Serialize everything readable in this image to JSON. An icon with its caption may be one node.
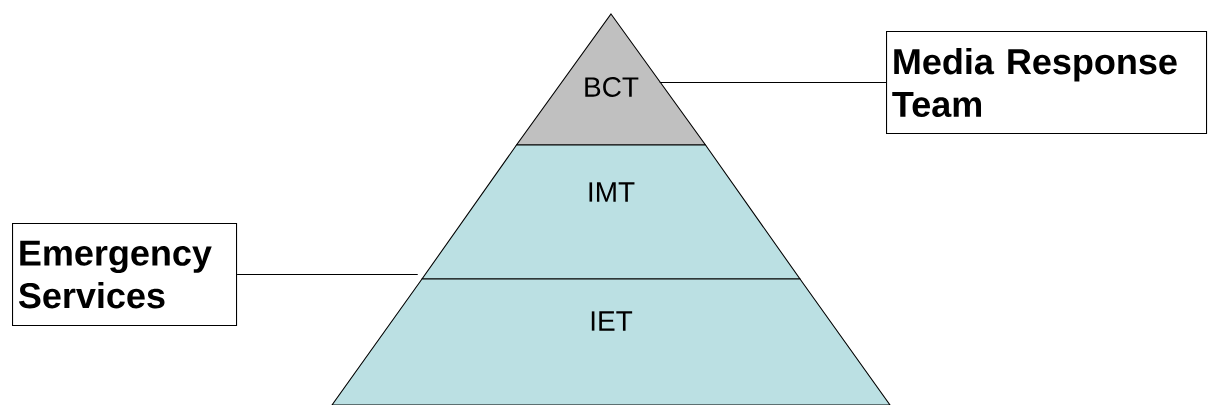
{
  "diagram": {
    "nodes": [
      {
        "text": [
          "BCT"
        ]
      },
      {
        "text": [
          "IMT"
        ]
      },
      {
        "text": [
          "IET"
        ]
      },
      {
        "text": [
          "Media Response Team"
        ]
      },
      {
        "text": [
          "Emergency Services"
        ]
      }
    ],
    "edges": [
      {
        "from": 0,
        "to": 3,
        "arrow": "none"
      },
      {
        "from": 4,
        "to": 1,
        "arrow": "none"
      }
    ]
  }
}
